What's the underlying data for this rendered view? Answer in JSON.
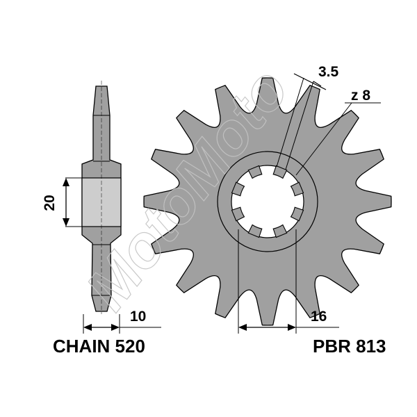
{
  "colors": {
    "part_fill": "#a0a0a0",
    "part_fill_light": "#cdcdcd",
    "outline": "#000000",
    "background": "#ffffff",
    "watermark": "#c4c4c4"
  },
  "sprocket": {
    "teeth": 16,
    "inner_splines": 8
  },
  "dimensions": {
    "spline_width": "3.5",
    "spline_count": "z 8",
    "hub_diameter": "16",
    "hub_height": "20",
    "thickness": "10"
  },
  "labels": {
    "chain": "CHAIN 520",
    "part_number": "PBR 813"
  },
  "watermark": {
    "text": "MotoMoto"
  }
}
